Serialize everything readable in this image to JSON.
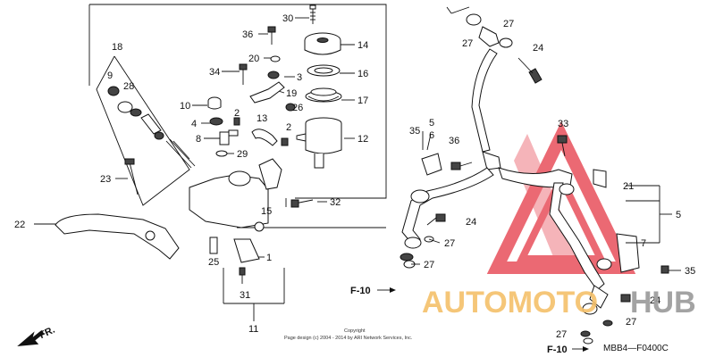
{
  "callouts": [
    "30",
    "36",
    "14",
    "20",
    "3",
    "34",
    "16",
    "19",
    "17",
    "18",
    "9",
    "28",
    "10",
    "4",
    "2",
    "13",
    "26",
    "8",
    "12",
    "29",
    "23",
    "15",
    "32",
    "22",
    "25",
    "1",
    "31",
    "11",
    "27",
    "24",
    "5",
    "6",
    "35",
    "36",
    "33",
    "21",
    "7"
  ],
  "left_callouts": {
    "c30": "30",
    "c36": "36",
    "c14": "14",
    "c20": "20",
    "c3": "3",
    "c34": "34",
    "c16": "16",
    "c19": "19",
    "c17": "17",
    "c18": "18",
    "c9": "9",
    "c28": "28",
    "c10": "10",
    "c4": "4",
    "c2a": "2",
    "c13": "13",
    "c26": "26",
    "c2b": "2",
    "c8": "8",
    "c12": "12",
    "c29": "29",
    "c23": "23",
    "c15": "15",
    "c32": "32",
    "c22": "22",
    "c25": "25",
    "c1": "1",
    "c31": "31",
    "c11": "11"
  },
  "right_callouts": {
    "c27a": "27",
    "c27b": "27",
    "c24a": "24",
    "c5a": "5",
    "c6": "6",
    "c35a": "35",
    "c36b": "36",
    "c33": "33",
    "c21": "21",
    "c5b": "5",
    "c24b": "24",
    "c27c": "27",
    "c7": "7",
    "c27d": "27",
    "c35b": "35",
    "c24c": "24",
    "c27e": "27",
    "c27f": "27"
  },
  "refs": {
    "f10a": "F-10",
    "f10b": "F-10",
    "fr": "FR."
  },
  "copyright": {
    "line1": "Copyright",
    "line2": "Page design (c) 2004 - 2014 by ARI Network Services, Inc."
  },
  "diagram_code": "MBB4—F0400C",
  "watermark": {
    "text_a": "AUTOMOTO",
    "text_b": "HUB",
    "color_a": "#f5c06a",
    "color_b": "#9a9a9a",
    "triangle_color": "#e8505b"
  }
}
